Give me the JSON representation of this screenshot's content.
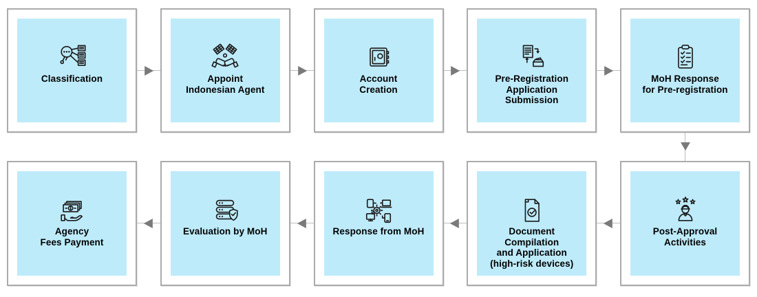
{
  "colors": {
    "background": "#FFFFFF",
    "box_border": "#ABABAB",
    "box_fill": "#BEEBFA",
    "text": "#000000",
    "icon_stroke": "#1B1B1B",
    "arrow_line": "#BDBDBD",
    "arrow_head": "#7A7A7A"
  },
  "flow": {
    "top_row_direction": "left-to-right",
    "bottom_row_direction": "right-to-left",
    "row_connector": "down arrow from 'MoH Response for Pre-registration' to 'Post-Approval Activities'"
  },
  "steps": [
    {
      "order": 1,
      "row": "top",
      "label": "Classification",
      "lines": [
        "Classification"
      ],
      "icon": "classification-search-icon"
    },
    {
      "order": 2,
      "row": "top",
      "label": "Appoint Indonesian Agent",
      "lines": [
        "Appoint",
        "Indonesian Agent"
      ],
      "icon": "partnership-handshake-icon"
    },
    {
      "order": 3,
      "row": "top",
      "label": "Account Creation",
      "lines": [
        "Account",
        "Creation"
      ],
      "icon": "safe-vault-icon"
    },
    {
      "order": 4,
      "row": "top",
      "label": "Pre-Registration Application Submission",
      "lines": [
        "Pre-Registration",
        "Application",
        "Submission"
      ],
      "icon": "document-submission-icon"
    },
    {
      "order": 5,
      "row": "top",
      "label": "MoH Response for Pre-registration",
      "lines": [
        "MoH Response",
        "for Pre-registration"
      ],
      "icon": "clipboard-checklist-icon"
    },
    {
      "order": 6,
      "row": "bottom",
      "label": "Post-Approval Activities",
      "lines": [
        "Post-Approval",
        "Activities"
      ],
      "icon": "person-stars-icon"
    },
    {
      "order": 7,
      "row": "bottom",
      "label": "Document Compilation and Application (high-risk devices)",
      "lines": [
        "Document",
        "Compilation",
        "and Application",
        "(high-risk devices)"
      ],
      "icon": "document-check-icon"
    },
    {
      "order": 8,
      "row": "bottom",
      "label": "Response from MoH",
      "lines": [
        "Response from MoH"
      ],
      "icon": "network-devices-icon"
    },
    {
      "order": 9,
      "row": "bottom",
      "label": "Evaluation by MoH",
      "lines": [
        "Evaluation by MoH"
      ],
      "icon": "server-shield-icon"
    },
    {
      "order": 10,
      "row": "bottom",
      "label": "Agency Fees Payment",
      "lines": [
        "Agency",
        "Fees Payment"
      ],
      "icon": "money-hand-icon"
    }
  ]
}
